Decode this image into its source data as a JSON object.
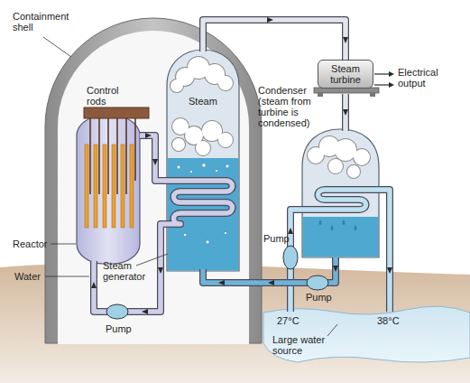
{
  "diagram": {
    "nodes": [
      {
        "text": [
          "Steam turbine"
        ]
      }
    ],
    "labels": [
      "Containment shell",
      "Control rods",
      "Steam",
      "Electrical output",
      "Condenser (steam from turbine is condensed)",
      "Reactor",
      "Pump",
      "Water",
      "Steam generator",
      "Pump",
      "Pump",
      "27°C",
      "38°C",
      "Large water source"
    ]
  }
}
